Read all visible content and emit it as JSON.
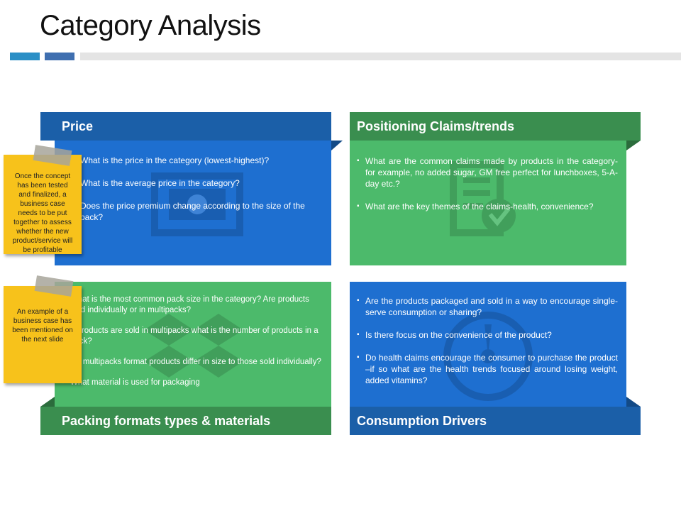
{
  "title": "Category Analysis",
  "panels": {
    "price": {
      "header": "Price",
      "bullets": [
        "What is the price in the category (lowest-highest)?",
        "What is the average price in the category?",
        "Does the price premium change according to the size of the pack?"
      ]
    },
    "positioning": {
      "header": "Positioning Claims/trends",
      "bullets": [
        "What are the common claims made by products in the category- for example, no added sugar, GM free perfect for lunchboxes, 5-A-day etc.?",
        "What are the key themes of the claims-health, convenience?"
      ]
    },
    "packing": {
      "header": "Packing formats types & materials",
      "bullets": [
        "What is the most common pack size in the category? Are products sold individually or in multipacks?",
        "If products are sold in multipacks what is the number of products in a pack?",
        "Do multipacks format products differ in size to those sold individually?",
        "What material is used for packaging"
      ]
    },
    "consumption": {
      "header": "Consumption Drivers",
      "bullets": [
        "Are the products packaged and sold in a way to encourage single- serve consumption or sharing?",
        "Is there focus on the convenience of the product?",
        "Do health claims encourage the consumer to purchase the product –if so what are the health trends focused around losing weight, added vitamins?"
      ]
    }
  },
  "notes": {
    "note1": "Once the concept has been tested and finalized, a business case needs to be put together to assess whether the new product/service will be profitable",
    "note2": "An example of a business case has been mentioned on the next slide"
  },
  "icons": {
    "price": "money-bill-icon",
    "positioning": "document-check-icon",
    "packing": "dropbox-icon",
    "consumption": "gauge-icon"
  },
  "colors": {
    "blue_body": "#1e6fd0",
    "blue_header": "#1b5fa8",
    "green_body": "#4cba6b",
    "green_header": "#3a8e4f",
    "note": "#f7c21b"
  }
}
